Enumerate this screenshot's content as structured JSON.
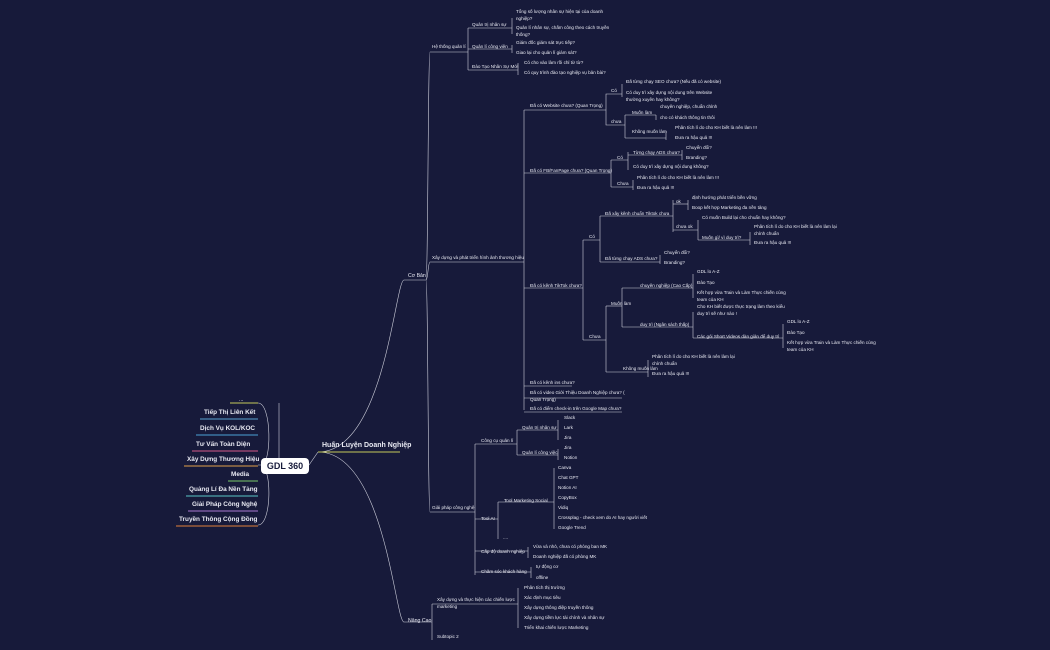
{
  "root": "GDL 360",
  "left_branches": [
    "...",
    "Tiếp Thị Liên Kết",
    "Dịch Vụ KOL/KOC",
    "Tư  Vấn Toàn Diện",
    "Xây Dựng Thương Hiệu",
    "Media",
    "Quảng Lí Đa Nền Tảng",
    "Giải Pháp Công Nghệ",
    "Truyền Thông Cộng Đồng"
  ],
  "main": {
    "title": "Huấn  Luyện Doanh  Nghiệp",
    "co_ban": "Cơ Bản",
    "nang_cao": "Nâng  Cao",
    "he_thong": "Hệ thống quản lí",
    "qt_nhan_su": "Quản trị nhân sự",
    "tong_so": "Tổng số lượng nhân sự hiện tại của doanh nghiệp?",
    "quan_li_ns": "Quản lí nhân sự, chấm công theo cách truyền thống?",
    "qt_cong_viec": "Quản lí công viên",
    "giao_viec": "Giám đốc giám sát trực tiếp?",
    "giao_cho": "Giao lại cho quản lí giám sát?",
    "dao_tao_ns": "Đào Tạo Nhân Sự Mới",
    "co_cho_vao": "Có cho vào làm rồi chỉ từ từ?",
    "co_quy_trinh": "Có quy trình đào tạo nghiệp vụ bản bài?",
    "xay_dung_ph": "Xây dựng và phát triển hình ảnh thương  hiệu",
    "website": "Đã có Website chưa?  (Quan  Trọng)",
    "co": "Có",
    "chua": "chưa",
    "da_tung_seo": "Đã từng chạy SEO chưa? (Nếu đã có website)",
    "co_duy_tri": "Có duy trì xây dựng nội dung trên Website thường  xuyên hay không?",
    "muon_lam": "Muốn làm",
    "chuyen_nghiep": "chuyên nghiệp, chuẩn chỉnh",
    "cho_co": "cho có khách thông tin thôi",
    "khong_muon": "Không muốn làm",
    "phan_tich": "Phân tích lí  do cho KH biết là nên làm !!!",
    "dua_ra": "Đưa ra hậu quả !!!",
    "fb": "Đã có FB/FanPage chưa? (Quan Trọng)",
    "tung_ads": "Từng chạy ADS chưa?",
    "chuyen_doi": "Chuyển đổi?",
    "branding": "Branding?",
    "co_duy_tri_nd": "Có duy trì xây dựng nội dung không?",
    "chua_cap": "Chưa",
    "tiktok": "Đã có kênh TikTok chưa?",
    "da_xay_tt": "Đã xây kênh chuẩn Tiktok chưa",
    "ok": "ok",
    "dinh_huong": "định hướng phát triển bền vững",
    "boop": "Boop kết hợp Marketing đa nền tảng",
    "chua_ok": "chưa ok",
    "co_muon": "Có muốn  Build lại cho chuẩn hay không?",
    "muon_gi": "Muốn gì/ vì duy trì?",
    "phan_tich_lai": "Phân tích lí  do cho KH biết là nên làm lại chính chuẩn",
    "da_tung_ads": "Đã từng chạy ADS chưa?",
    "muon_lam2": "Muốn làm",
    "chuyen_nghiep_cc": "chuyên nghiệp (Cao Cấp)",
    "gdl_az": "GDL lo A-Z",
    "dao_tao": "Đào Tạo",
    "ket_hop": "Kết hợp vừa Train và Làm Thực chiến cùng team của KH",
    "duy_tri": "duy trì (Ngân sách thấp)",
    "cho_kh": "Cho KH biết được thực trạng làm theo kiểu duy trì sẽ như nào !",
    "cac_goi": "Các gói Short Videos dàn giản để duy trì",
    "khong_muon2": "Không muốn làm",
    "phan_tich3": "Phân tích lí  do cho KH biết là nên làm lại chính chuẩn",
    "dua_ra3": "Đưa ra hậu quả !!!",
    "youtube": "Đã có kênh ins chưa?",
    "video_gt": "Đã có video Giới Thiệu Doanh Nghiệp chưa? ( Quan Trọng)",
    "gg_map": "Đã có điểm check-in trên Google Map chưa?",
    "giai_phap": "Giải pháp công nghệ",
    "cong_cu": "Công cụ quản lí",
    "qt_ns2": "Quản trị nhân sự",
    "slack": "Slack",
    "lark": "Lark",
    "jira": "Jira",
    "ql_cv": "Quản lí công việc",
    "notion": "Notion",
    "tool_ai": "Tool AI",
    "tool_mk": "Tool Marketing Social",
    "canva": "Canva",
    "chatgpt": "Chat GPT",
    "notion_ai": "Notion AI",
    "copyai": "CopyBox",
    "vidiq": "Vidiq",
    "crossplag": "Crossplag - check xem do AI hay người viết",
    "google_trend": "Google Trend",
    "dots": "....",
    "cap_do": "Cấp độ doanh nghiệp",
    "vua_nho": "Vừa và nhỏ, chưa có phòng ban MK",
    "dn_da_co": "Doanh nghiệp đã có phòng MK",
    "cham_soc": "Chăm sóc khách hàng",
    "tu_dong": "tự động cơ",
    "offline": "offline",
    "xd_thuc_hien": "Xây dựng và thực hiện các chiến lược marketing",
    "pt_thi_truong": "Phân tích thị trường",
    "xac_dinh": "Xác định mục tiêu",
    "xd_thong_diep": "Xây dựng thông điệp truyền thông",
    "xd_tiem_luc": "Xây dựng tiềm lực tài chính và nhân sự",
    "trien_khai": "Triển khai chiến lược Marketing",
    "subtopic": "Subtopic 2"
  },
  "colors": {
    "background": "#171a3a",
    "root_fill": "#ffffff",
    "main_underline": "#c6c95a",
    "line": "#cfd0dc"
  }
}
